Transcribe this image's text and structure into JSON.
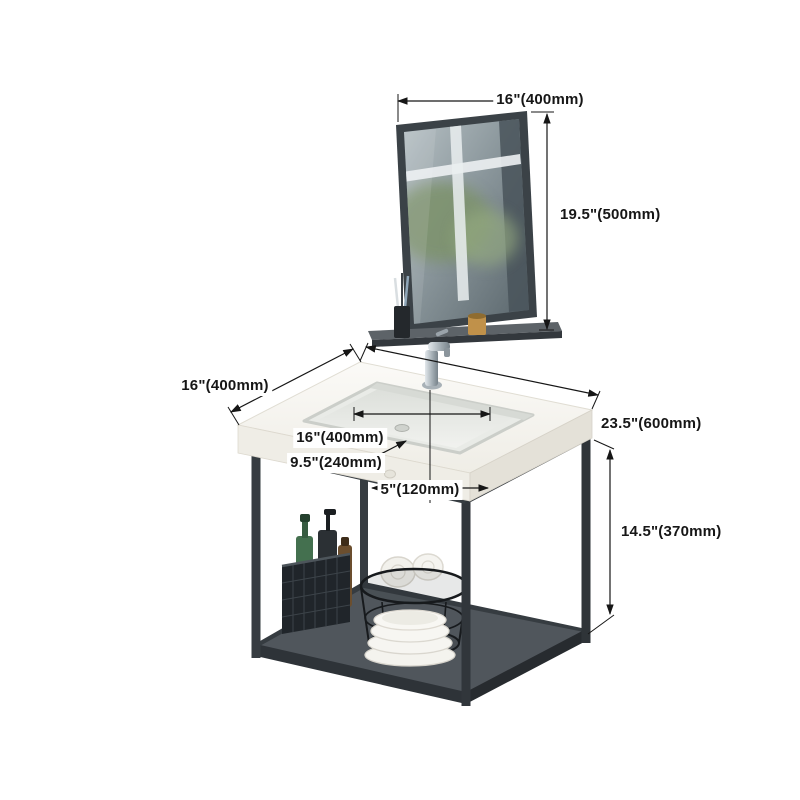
{
  "page": {
    "background": "#ffffff"
  },
  "dimension_labels": {
    "mirror_width": "16\"(400mm)",
    "mirror_height": "19.5\"(500mm)",
    "counter_side_depth": "16\"(400mm)",
    "counter_width": "23.5\"(600mm)",
    "basin_width": "16\"(400mm)",
    "basin_depth": "9.5\"(240mm)",
    "faucet_center_offset": "5\"(120mm)",
    "stand_height": "14.5\"(370mm)"
  },
  "colors": {
    "background": "#ffffff",
    "metal_frame": "#373d42",
    "ceramic": "#f7f5f0",
    "mirror_glass": "#8b979c",
    "foliage_reflection": "#7e936e",
    "chrome_faucet": "#aab4ba",
    "brass_cup": "#c0914a",
    "dimension_line": "#161616"
  }
}
